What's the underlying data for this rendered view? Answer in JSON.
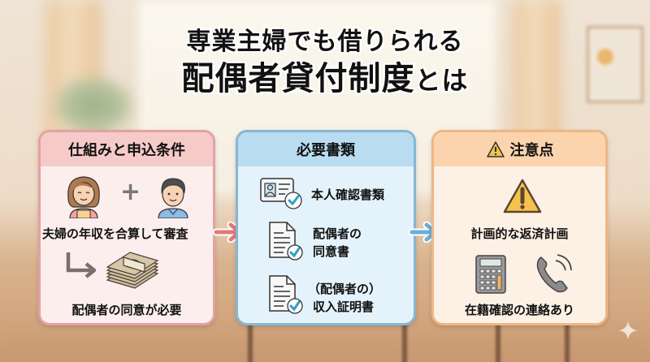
{
  "title": {
    "line1": "専業主婦でも借りられる",
    "line2_main": "配偶者貸付制度",
    "line2_suffix": "とは"
  },
  "panels": [
    {
      "id": "mechanism",
      "header": "仕組みと申込条件",
      "color": "#f7caca",
      "items": [
        {
          "icon": "couple-icon",
          "label": "夫婦の年収を合算して審査"
        },
        {
          "icon": "money-stack-icon",
          "label": "配偶者の同意が必要"
        }
      ]
    },
    {
      "id": "documents",
      "header": "必要書類",
      "color": "#b9dcf0",
      "items": [
        {
          "icon": "id-card-check-icon",
          "label": "本人確認書類"
        },
        {
          "icon": "document-check-icon",
          "label_line1": "配偶者の",
          "label_line2": "同意書"
        },
        {
          "icon": "document-check-icon",
          "label_line1": "（配偶者の）",
          "label_line2": "収入証明書"
        }
      ]
    },
    {
      "id": "cautions",
      "header": "注意点",
      "header_icon": "warning-icon",
      "color": "#fbd4ad",
      "items": [
        {
          "icon": "warning-icon",
          "label": "計画的な返済計画"
        },
        {
          "icon": "calculator-phone-icon",
          "label": "在籍確認の連絡あり"
        }
      ]
    }
  ],
  "arrows": [
    {
      "from": "mechanism",
      "to": "documents",
      "color": "#e07a7a"
    },
    {
      "from": "documents",
      "to": "cautions",
      "color": "#6aaed6"
    }
  ],
  "plus_sign": "+"
}
